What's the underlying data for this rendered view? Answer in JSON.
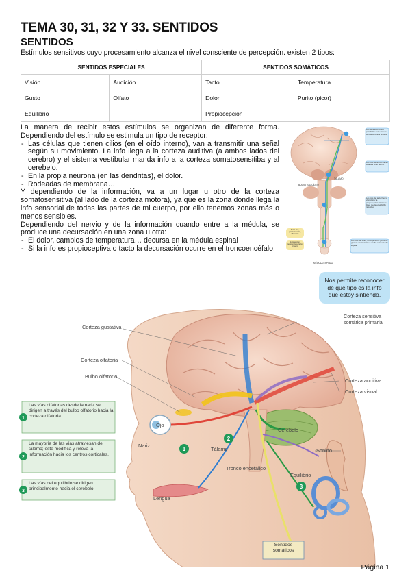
{
  "document": {
    "title": "TEMA 30, 31, 32 Y 33. SENTIDOS",
    "subtitle": "SENTIDOS",
    "intro": "Estímulos sensitivos cuyo procesamiento alcanza el nivel consciente de percepción. existen 2 tipos:",
    "footer": "Página 1"
  },
  "table": {
    "headers": [
      "SENTIDOS ESPECIALES",
      "SENTIDOS SOMÁTICOS"
    ],
    "rows": [
      [
        "Visión",
        "Audición",
        "Tacto",
        "Temperatura"
      ],
      [
        "Gusto",
        "Olfato",
        "Dolor",
        "Purito (picor)"
      ],
      [
        "Equilibrio",
        "",
        "Propiocepción",
        ""
      ]
    ]
  },
  "body": {
    "p1": "La manera de recibir estos estímulos se organizan de diferente forma. Dependiendo del estímulo se estimula un tipo de receptor:",
    "list1": [
      "Las células que tienen cilios (en el oído interno), van a transmitir una señal según su movimiento. La info llega a la corteza auditiva (a ambos lados del cerebro) y el sistema vestibular manda info a la corteza somatosensitiba y al cerebelo.",
      "En la propia neurona (en las dendritas), el dolor.",
      "Rodeadas de membrana…"
    ],
    "p2": "Y dependiendo de la información, va a un lugar u otro de la corteza somatosensitiva (al lado de la corteza motora), ya que es la zona donde llega la info sensorial de todas las partes de mi cuerpo, por ello tenemos zonas más o menos sensibles.",
    "p3": "Dependiendo del nervio y de la información cuando entre a la médula, se produce una decursación en una zona u otra:",
    "list2": [
      "El dolor, cambios de temperatura… decursa en la médula espinal",
      "Si la info es propioceptiva o tacto la decursación ocurre en el troncoencéfalo."
    ]
  },
  "note": "Nos permite reconocer de que tipo es la info que estoy sintiendo.",
  "spine_figure": {
    "labels": {
      "talamo": "TÁLAMO",
      "bulbo": "BULBO RAQUÍDEO",
      "medula": "MÉDULA ESPINAL",
      "b1": "Las sensaciones son percibidas en la corteza somatosensitiva primaria",
      "b2": "Las vías sensitivas hacen sinapsis en el tálamo",
      "b3": "Las vías del tacto fino, la vibración y la propiocepción cruzan la línea media en el bulbo raquídeo",
      "b4": "Las vías del dolor, la temperatura y el tacto grosero cruzan la línea media en la médula espinal",
      "k1": "Tacto fino, propiocepción, vibración",
      "k2": "Nocicepción, temperatura, tacto grosero"
    }
  },
  "head_figure": {
    "labels": {
      "gustativa": "Corteza gustativa",
      "olfatoria": "Corteza olfatoria",
      "bulbo": "Bulbo olfatorio",
      "ojo": "Ojo",
      "nariz": "Nariz",
      "talamo": "Tálamo",
      "cerebelo": "Cerebelo",
      "tronco": "Tronco encefálico",
      "lengua": "Lengua",
      "equilibrio": "Equilibrio",
      "sonido": "Sonido",
      "somatosensitiva": "Corteza sensitiva somática primaria",
      "auditiva": "Corteza auditiva",
      "visual": "Corteza visual",
      "somaticos": "Sentidos somáticos"
    },
    "steps": [
      {
        "num": "1",
        "text": "Las vías olfatorias desde la nariz se dirigen a través del bulbo olfatorio hacia la corteza olfatoria."
      },
      {
        "num": "2",
        "text": "La mayoría de las vías atraviesan del tálamo; este modifica y releva la información hacia los centros corticales."
      },
      {
        "num": "3",
        "text": "Las vías del equilibrio se dirigen principalmente hacia el cerebelo."
      }
    ],
    "colors": {
      "step_green": "#1f9a58",
      "vision": "#e0463a",
      "hearing": "#8e6cc4",
      "taste": "#2e7dd1",
      "smell": "#f2c318",
      "equilibrium": "#2a9a45"
    }
  }
}
